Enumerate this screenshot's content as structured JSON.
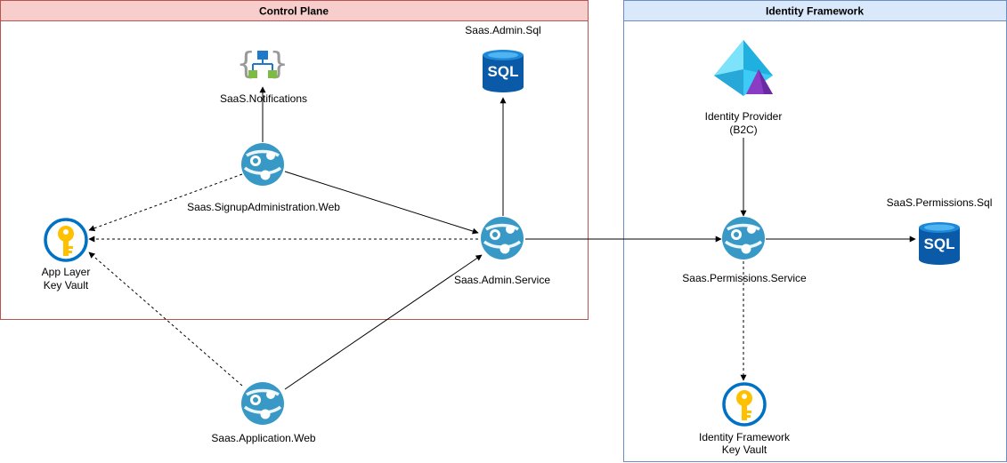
{
  "groups": {
    "control_plane": {
      "title": "Control Plane"
    },
    "identity_framework": {
      "title": "Identity Framework"
    }
  },
  "nodes": {
    "notifications": {
      "label": "SaaS.Notifications",
      "icon": "logic-app-icon"
    },
    "admin_sql": {
      "label": "Saas.Admin.Sql",
      "icon": "sql-database-icon",
      "icon_text": "SQL"
    },
    "signup_web": {
      "label": "Saas.SignupAdministration.Web",
      "icon": "app-service-icon"
    },
    "admin_service": {
      "label": "Saas.Admin.Service",
      "icon": "app-service-icon"
    },
    "app_key_vault": {
      "label_line1": "App Layer",
      "label_line2": "Key Vault",
      "icon": "key-vault-icon"
    },
    "application_web": {
      "label": "Saas.Application.Web",
      "icon": "app-service-icon"
    },
    "identity_provider": {
      "label_line1": "Identity Provider",
      "label_line2": "(B2C)",
      "icon": "azure-ad-b2c-icon"
    },
    "permissions_service": {
      "label": "Saas.Permissions.Service",
      "icon": "app-service-icon"
    },
    "permissions_sql": {
      "label": "SaaS.Permissions.Sql",
      "icon": "sql-database-icon",
      "icon_text": "SQL"
    },
    "identity_key_vault": {
      "label_line1": "Identity Framework",
      "label_line2": "Key Vault",
      "icon": "key-vault-icon"
    }
  },
  "edges": [
    {
      "from": "signup_web",
      "to": "notifications",
      "style": "solid"
    },
    {
      "from": "signup_web",
      "to": "admin_service",
      "style": "solid"
    },
    {
      "from": "signup_web",
      "to": "app_key_vault",
      "style": "dashed"
    },
    {
      "from": "admin_service",
      "to": "admin_sql",
      "style": "solid"
    },
    {
      "from": "admin_service",
      "to": "app_key_vault",
      "style": "dashed"
    },
    {
      "from": "admin_service",
      "to": "permissions_service",
      "style": "solid"
    },
    {
      "from": "application_web",
      "to": "admin_service",
      "style": "solid"
    },
    {
      "from": "application_web",
      "to": "app_key_vault",
      "style": "dashed"
    },
    {
      "from": "identity_provider",
      "to": "permissions_service",
      "style": "solid"
    },
    {
      "from": "permissions_service",
      "to": "permissions_sql",
      "style": "solid"
    },
    {
      "from": "permissions_service",
      "to": "identity_key_vault",
      "style": "dashed"
    }
  ],
  "colors": {
    "control_plane_header_bg": "#f8cecc",
    "control_plane_border": "#b85450",
    "identity_header_bg": "#dae8fc",
    "identity_border": "#6c8ebf",
    "app_service": "#3999c6",
    "sql_dark": "#0a5aa8",
    "sql_light": "#1e88d8",
    "key_vault_ring": "#0072c6",
    "key_vault_key": "#ffc000",
    "b2c_blue": "#3ccbf4",
    "b2c_purple": "#8a3cc4",
    "logic_app_green": "#7dbb42",
    "logic_app_blue": "#1e7ac8"
  }
}
